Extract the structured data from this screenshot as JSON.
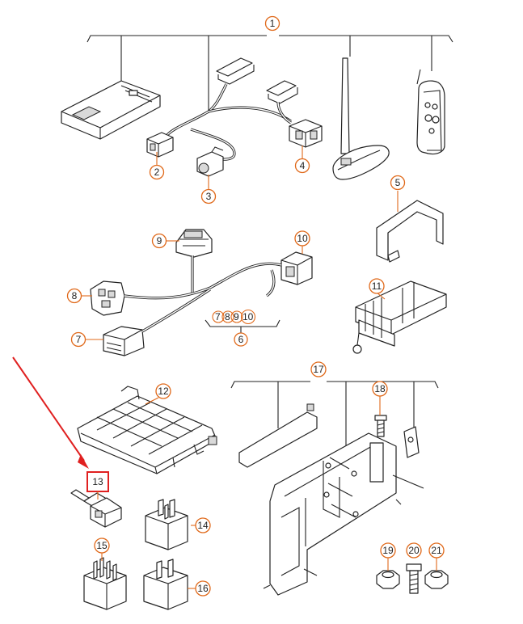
{
  "colors": {
    "callout_ring": "#e0691a",
    "highlight": "#e02020",
    "ink": "#222222"
  },
  "callouts": [
    {
      "id": "c1",
      "label": "1"
    },
    {
      "id": "c2",
      "label": "2"
    },
    {
      "id": "c3",
      "label": "3"
    },
    {
      "id": "c4",
      "label": "4"
    },
    {
      "id": "c5",
      "label": "5"
    },
    {
      "id": "c6",
      "label": "6"
    },
    {
      "id": "c7",
      "label": "7"
    },
    {
      "id": "c8",
      "label": "8"
    },
    {
      "id": "c9",
      "label": "9"
    },
    {
      "id": "c10",
      "label": "10"
    },
    {
      "id": "c11",
      "label": "11"
    },
    {
      "id": "c12",
      "label": "12"
    },
    {
      "id": "c13",
      "label": "13"
    },
    {
      "id": "c14",
      "label": "14"
    },
    {
      "id": "c15",
      "label": "15"
    },
    {
      "id": "c16",
      "label": "16"
    },
    {
      "id": "c17",
      "label": "17"
    },
    {
      "id": "c18",
      "label": "18"
    },
    {
      "id": "c19",
      "label": "19"
    },
    {
      "id": "c20",
      "label": "20"
    },
    {
      "id": "c21",
      "label": "21"
    }
  ],
  "group6": {
    "members": [
      "7",
      "8",
      "9",
      "10"
    ]
  },
  "highlighted_callout": "13"
}
